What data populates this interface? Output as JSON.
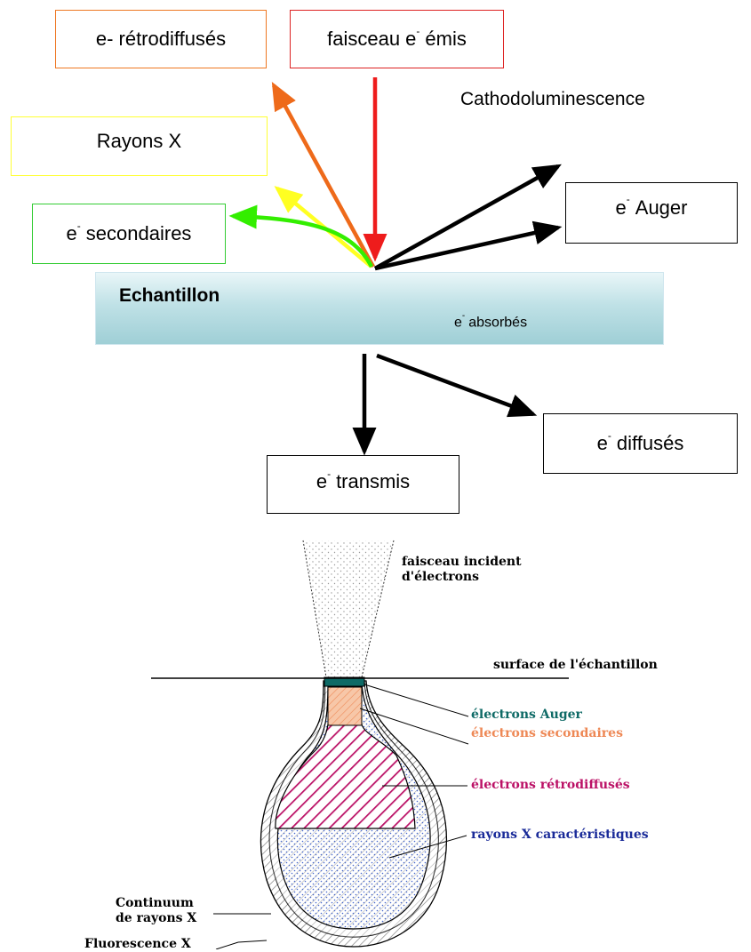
{
  "top": {
    "boxes": {
      "retro": {
        "text": "e- rétrodiffusés",
        "color": "#ee7722"
      },
      "beam": {
        "pre": "faisceau e",
        "sup": "-",
        "post": "émis",
        "color": "#dd2222"
      },
      "xray": {
        "text": "Rayons X",
        "color": "#ffff33"
      },
      "secondary": {
        "pre": "e",
        "sup": "-",
        "post": "secondaires",
        "color": "#33cc33"
      },
      "auger": {
        "pre": "e",
        "sup": "-",
        "post": "Auger",
        "color": "#000000"
      },
      "diffused": {
        "pre": "e",
        "sup": "-",
        "post": "diffusés",
        "color": "#000000"
      },
      "transmitted": {
        "pre": "e",
        "sup": "-",
        "post": "transmis",
        "color": "#000000"
      }
    },
    "cathodo": "Cathodoluminescence",
    "sample": {
      "title": "Echantillon",
      "absorbed_pre": "e",
      "absorbed_sup": "-",
      "absorbed_post": "absorbés"
    },
    "arrow_colors": {
      "retro": "#ee6a1a",
      "beam": "#ee1c1c",
      "xray": "#ffff22",
      "secondary": "#33ee00",
      "black": "#000000"
    }
  },
  "bottom": {
    "beam_label": "faisceau incident\nd'électrons",
    "surface_label": "surface de l'échantillon",
    "auger_label": "électrons Auger",
    "secondary_label": "électrons secondaires",
    "backscatter_label": "électrons rétrodiffusés",
    "xray_label": "rayons X caractéristiques",
    "continuum_label": "Continuum\nde rayons X",
    "fluo_label": "Fluorescence X",
    "colors": {
      "auger": "#0e6a66",
      "secondary": "#ee8855",
      "backscatter": "#bb1166",
      "xray": "#1a2b99",
      "black": "#000000"
    }
  }
}
